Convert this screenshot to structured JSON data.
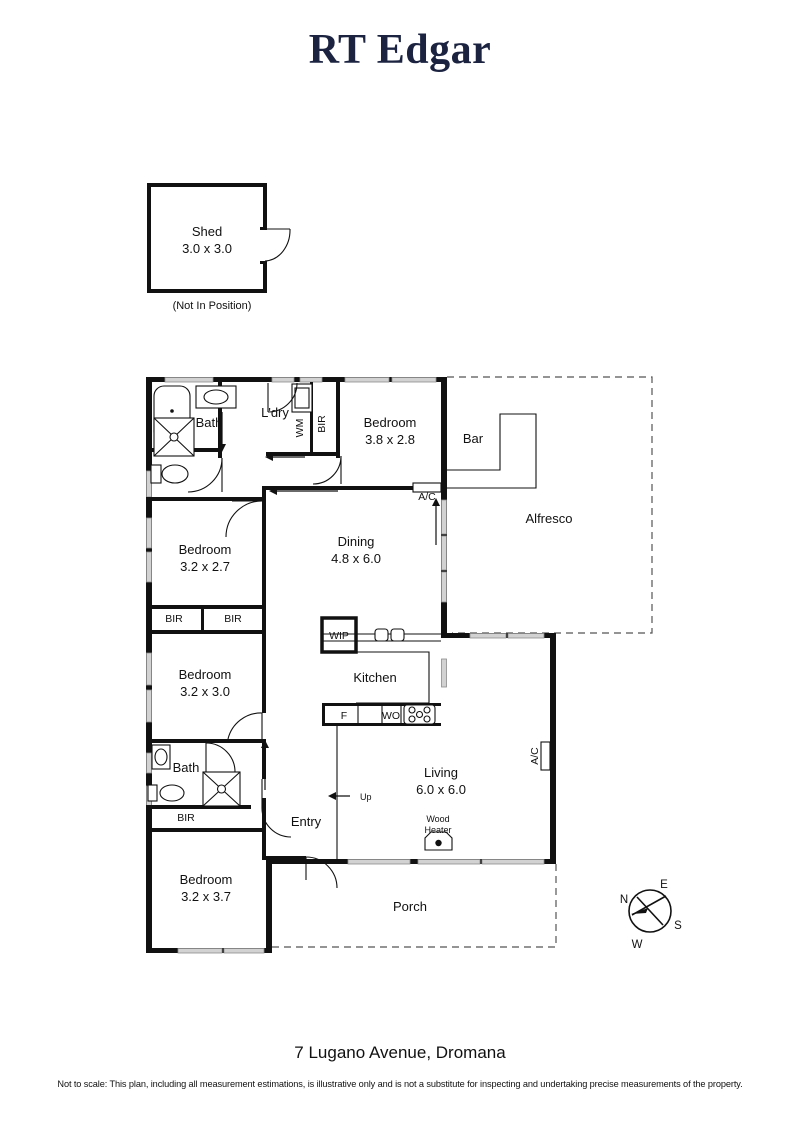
{
  "brand": {
    "name": "RT Edgar"
  },
  "footer": {
    "address": "7 Lugano Avenue, Dromana",
    "disclaimer": "Not to scale: This plan, including all measurement estimations, is illustrative only and is not a substitute for inspecting and undertaking precise measurements of the property."
  },
  "shed": {
    "label": "Shed",
    "dimensions": "3.0 x 3.0",
    "note": "(Not In Position)"
  },
  "rooms": {
    "bath_top": {
      "label": "Bath"
    },
    "laundry": {
      "label": "L'dry"
    },
    "wm": {
      "label": "WM"
    },
    "bir_laundry": {
      "label": "BIR"
    },
    "bedroom_1": {
      "label": "Bedroom",
      "dimensions": "3.8 x 2.8"
    },
    "bar": {
      "label": "Bar"
    },
    "alfresco": {
      "label": "Alfresco"
    },
    "ac_top": {
      "label": "A/C"
    },
    "dining": {
      "label": "Dining",
      "dimensions": "4.8 x 6.0"
    },
    "bedroom_2": {
      "label": "Bedroom",
      "dimensions": "3.2 x 2.7"
    },
    "bir_2a": {
      "label": "BIR"
    },
    "bir_2b": {
      "label": "BIR"
    },
    "bedroom_3": {
      "label": "Bedroom",
      "dimensions": "3.2 x 3.0"
    },
    "wip": {
      "label": "WIP"
    },
    "kitchen": {
      "label": "Kitchen"
    },
    "fridge": {
      "label": "F"
    },
    "wall_oven": {
      "label": "WO"
    },
    "bath_bottom": {
      "label": "Bath"
    },
    "bir_bottom": {
      "label": "BIR"
    },
    "bedroom_4": {
      "label": "Bedroom",
      "dimensions": "3.2 x 3.7"
    },
    "entry": {
      "label": "Entry"
    },
    "stairs_up": {
      "label": "Up"
    },
    "living": {
      "label": "Living",
      "dimensions": "6.0 x 6.0"
    },
    "wood_heater": {
      "label_line1": "Wood",
      "label_line2": "Heater"
    },
    "ac_living": {
      "label": "A/C"
    },
    "porch": {
      "label": "Porch"
    }
  },
  "compass": {
    "north": "N",
    "east": "E",
    "south": "S",
    "west": "W"
  },
  "colors": {
    "brand": "#1b2340",
    "wall": "#111111",
    "window": "#d2d2d2",
    "dashed_boundary": "#555555",
    "page_background": "#ffffff"
  }
}
